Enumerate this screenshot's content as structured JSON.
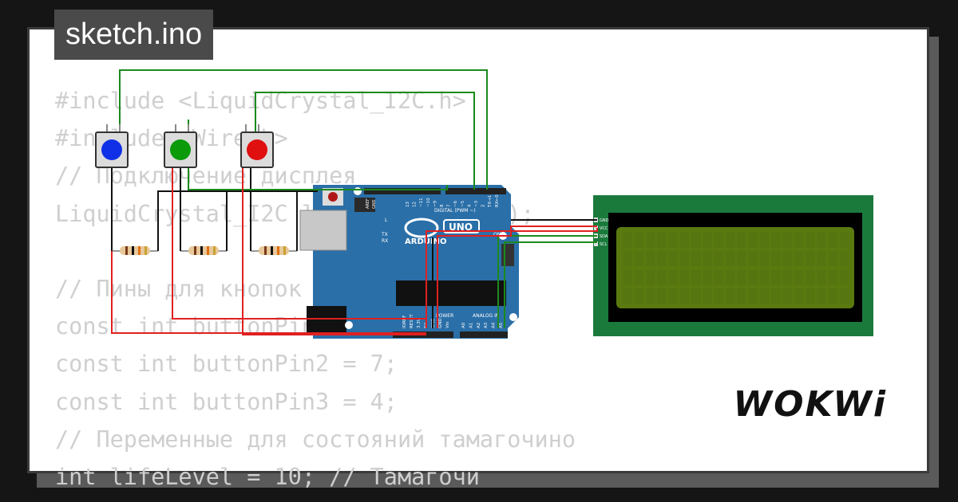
{
  "tab": {
    "filename": "sketch.ino"
  },
  "brand": {
    "logo_text": "WOKWi"
  },
  "code_lines": [
    "#include <LiquidCrystal_I2C.h>",
    "#include <Wire.h>",
    "// Подключение дисплея",
    "LiquidCrystal_I2C lcd(0x27, 20, 4);",
    "",
    "// Пины для кнопок",
    "const int buttonPin1 = 8;",
    "const int buttonPin2 = 7;",
    "const int buttonPin3 = 4;",
    "// Переменные для состояний тамагочино",
    "int lifeLevel = 10; // Тамагочи"
  ],
  "board": {
    "logo": "ARDUINO",
    "model": "UNO",
    "digital_label": "DIGITAL (PWM ~)",
    "power_label": "POWER",
    "analog_label": "ANALOG IN",
    "on_label": "ON",
    "l_label": "L",
    "tx_label": "TX",
    "rx_label": "RX",
    "aref_label": "AREF",
    "gnd_label": "GND",
    "pin_labels": [
      "13",
      "12",
      "~11",
      "~10",
      "~9",
      "8",
      "7",
      "~6",
      "~5",
      "4",
      "~3",
      "2",
      "TX→1",
      "RX←0"
    ],
    "power_pins": [
      "IOREF",
      "RESET",
      "3.3V",
      "5V",
      "GND",
      "GND",
      "Vin"
    ],
    "analog_pins": [
      "A0",
      "A1",
      "A2",
      "A3",
      "A4",
      "A5"
    ]
  },
  "lcd_pins": [
    "GND",
    "VCC",
    "SDA",
    "SCL"
  ],
  "colors": {
    "board": "#2a6fa8",
    "lcd_pcb": "#1a7a3c",
    "lcd_screen": "#5a7a10",
    "wire_green": "#1c8a1c",
    "wire_red": "#e02020",
    "wire_black": "#111111",
    "button_blue": "#1030e8",
    "button_green": "#0a9a0a",
    "button_red": "#e01010"
  }
}
